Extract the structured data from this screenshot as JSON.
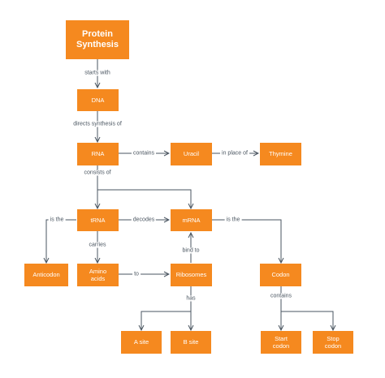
{
  "colors": {
    "node_fill": "#f5891f",
    "node_text": "#ffffff",
    "edge": "#4a5560",
    "label_text": "#4a5560"
  },
  "nodes": {
    "protein_synthesis": "Protein\nSynthesis",
    "dna": "DNA",
    "rna": "RNA",
    "uracil": "Uracil",
    "thymine": "Thymine",
    "trna": "tRNA",
    "mrna": "mRNA",
    "anticodon": "Anticodon",
    "amino_acids": "Amino\nacids",
    "ribosomes": "Ribosomes",
    "codon": "Codon",
    "a_site": "A site",
    "b_site": "B site",
    "start_codon": "Start\ncodon",
    "stop_codon": "Stop\ncodon"
  },
  "edge_labels": {
    "starts_with": "starts with",
    "directs_synthesis_of": "directs synthesis of",
    "contains_uracil": "contains",
    "in_place_of": "in place of",
    "consists_of": "consists of",
    "is_the_anticodon": "is the",
    "decodes": "decodes",
    "is_the_codon": "is the",
    "carries": "carries",
    "bind_to": "bind to",
    "to": "to",
    "has": "has",
    "contains_codon": "contains"
  }
}
